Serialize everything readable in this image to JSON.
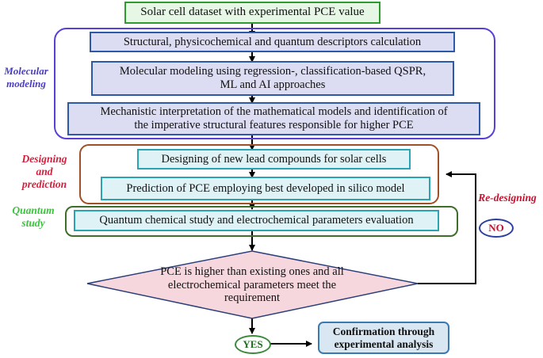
{
  "colors": {
    "green_fill": "#e6f7e6",
    "green_border": "#2e9b2e",
    "lavender_fill": "#dcdcf2",
    "lavender_border": "#2d5aa8",
    "teal_fill": "#dff3f6",
    "teal_border": "#2aa3b3",
    "pink_fill": "#f6d7de",
    "molecular_frame": "#5a3fd6",
    "designing_frame": "#a05026",
    "quantum_frame": "#3f6e2a",
    "molecular_label": "#4a3cc8",
    "designing_label": "#d41f3c",
    "quantum_label": "#39c43c",
    "redesign_label": "#c8102e",
    "no_border": "#2b3f9c",
    "yes_border": "#3a8a3a",
    "confirm_fill": "#d9e7f3",
    "confirm_border": "#3a7ab3"
  },
  "steps": {
    "dataset": "Solar cell dataset with experimental PCE value",
    "descriptors": "Structural, physicochemical and quantum descriptors calculation",
    "modeling_line1": "Molecular modeling using regression-, classification-based QSPR,",
    "modeling_line2": "ML and AI approaches",
    "mechanistic_line1": "Mechanistic interpretation of the mathematical models and identification of",
    "mechanistic_line2": "the imperative structural features responsible for higher PCE",
    "designing": "Designing of new lead compounds for solar cells",
    "prediction": "Prediction of PCE employing best developed in silico model",
    "quantum": "Quantum chemical study and electrochemical parameters evaluation",
    "decision_line1": "PCE is higher than existing ones and all",
    "decision_line2": "electrochemical parameters meet the",
    "decision_line3": "requirement",
    "confirm_line1": "Confirmation through",
    "confirm_line2": "experimental analysis"
  },
  "phases": {
    "molecular_line1": "Molecular",
    "molecular_line2": "modeling",
    "designing_line1": "Designing",
    "designing_line2": "and",
    "designing_line3": "prediction",
    "quantum_line1": "Quantum",
    "quantum_line2": "study",
    "redesigning": "Re-designing"
  },
  "branches": {
    "no": "NO",
    "yes": "YES"
  }
}
